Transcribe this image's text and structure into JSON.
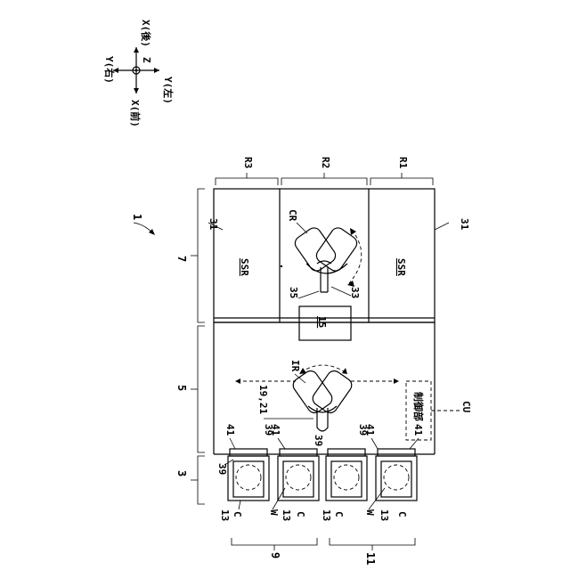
{
  "axes": {
    "x_back": "X(後)",
    "x_front": "X(前)",
    "y_right": "Y(右)",
    "y_left": "Y(左)",
    "z": "Z"
  },
  "labels": {
    "system": "1",
    "r3": "R3",
    "r2": "R2",
    "r1": "R1",
    "block7": "7",
    "block5": "5",
    "block3": "3",
    "ssr": "SSR",
    "n31": "31",
    "cr": "CR",
    "n35": "35",
    "n33": "33",
    "n15": "15",
    "ir": "IR",
    "n19_21": "19,21",
    "cu": "CU",
    "cu_text": "制御部",
    "n41": "41",
    "n39": "39",
    "n13": "13",
    "c": "C",
    "w": "W",
    "n9": "9",
    "n11": "11"
  }
}
